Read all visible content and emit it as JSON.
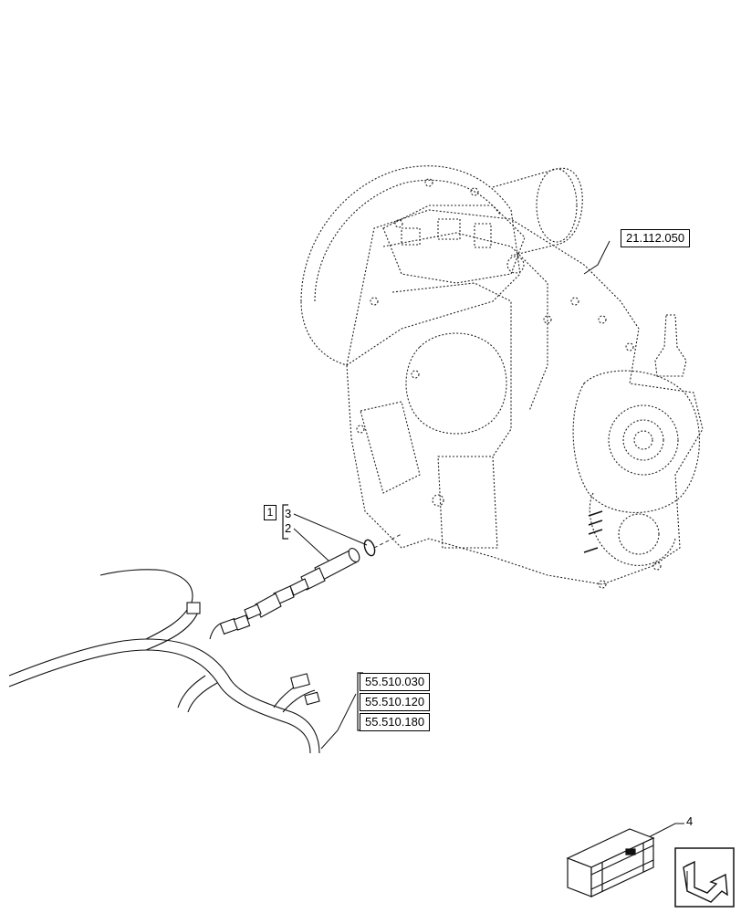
{
  "references": {
    "transmission_ref": "21.112.050",
    "harness_refs": [
      "55.510.030",
      "55.510.120",
      "55.510.180"
    ]
  },
  "callouts": {
    "group_box": "1",
    "item_3": "3",
    "item_2": "2",
    "item_4": "4"
  },
  "icons": {
    "navigation": "next-page-arrow-icon",
    "kit": "shipping-crate-icon"
  }
}
